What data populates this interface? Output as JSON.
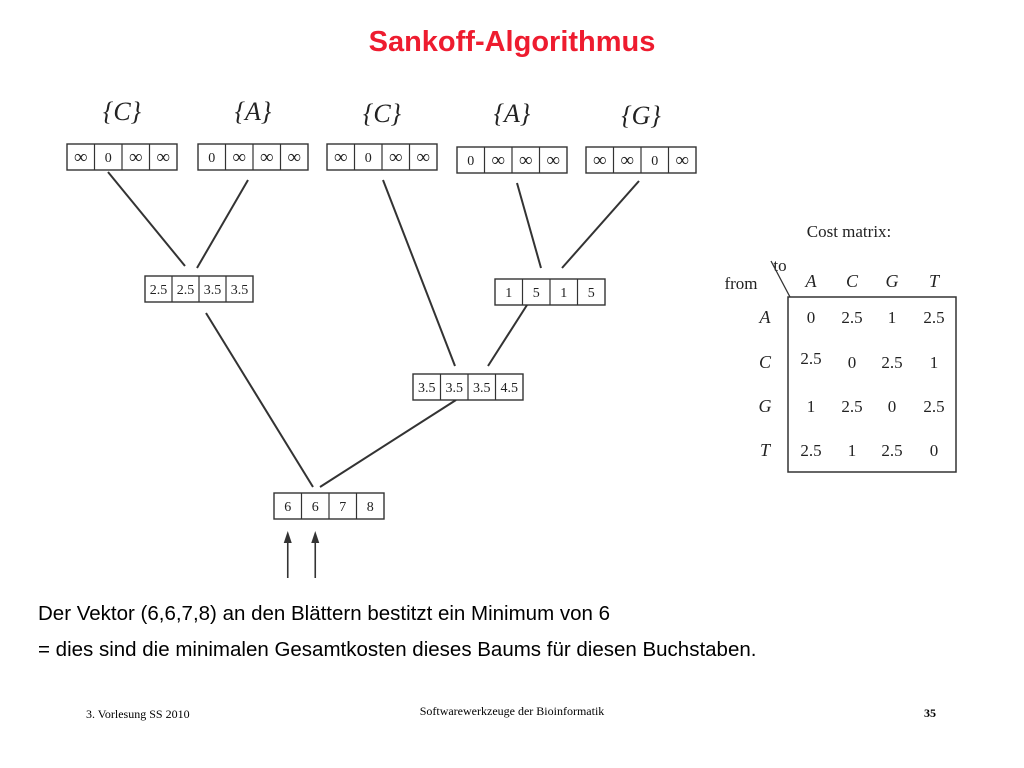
{
  "title": "Sankoff-Algorithmus",
  "tree": {
    "leaves": [
      {
        "label": "{C}",
        "vector": [
          "∞",
          "0",
          "∞",
          "∞"
        ]
      },
      {
        "label": "{A}",
        "vector": [
          "0",
          "∞",
          "∞",
          "∞"
        ]
      },
      {
        "label": "{C}",
        "vector": [
          "∞",
          "0",
          "∞",
          "∞"
        ]
      },
      {
        "label": "{A}",
        "vector": [
          "0",
          "∞",
          "∞",
          "∞"
        ]
      },
      {
        "label": "{G}",
        "vector": [
          "∞",
          "∞",
          "0",
          "∞"
        ]
      }
    ],
    "internal": [
      {
        "id": "n1",
        "vector": [
          "2.5",
          "2.5",
          "3.5",
          "3.5"
        ],
        "children": [
          "leaf0",
          "leaf1"
        ]
      },
      {
        "id": "n2",
        "vector": [
          "1",
          "5",
          "1",
          "5"
        ],
        "children": [
          "leaf3",
          "leaf4"
        ]
      },
      {
        "id": "n3",
        "vector": [
          "3.5",
          "3.5",
          "3.5",
          "4.5"
        ],
        "children": [
          "leaf2",
          "n2"
        ]
      },
      {
        "id": "root",
        "vector": [
          "6",
          "6",
          "7",
          "8"
        ],
        "children": [
          "n1",
          "n3"
        ]
      }
    ],
    "root_arrows": 2
  },
  "cost_matrix": {
    "caption": "Cost matrix:",
    "from_label": "from",
    "to_label": "to",
    "columns": [
      "A",
      "C",
      "G",
      "T"
    ],
    "rows": [
      {
        "label": "A",
        "values": [
          "0",
          "2.5",
          "1",
          "2.5"
        ]
      },
      {
        "label": "C",
        "values": [
          "2.5",
          "0",
          "2.5",
          "1"
        ]
      },
      {
        "label": "G",
        "values": [
          "1",
          "2.5",
          "0",
          "2.5"
        ]
      },
      {
        "label": "T",
        "values": [
          "2.5",
          "1",
          "2.5",
          "0"
        ]
      }
    ]
  },
  "text": {
    "line1": "Der Vektor (6,6,7,8) an den Blättern bestitzt ein Minimum von 6",
    "line2": "= dies sind die minimalen Gesamtkosten dieses Baums für diesen Buchstaben."
  },
  "footer": {
    "left": "3. Vorlesung SS 2010",
    "center": "Softwarewerkzeuge der Bioinformatik",
    "page": "35"
  }
}
